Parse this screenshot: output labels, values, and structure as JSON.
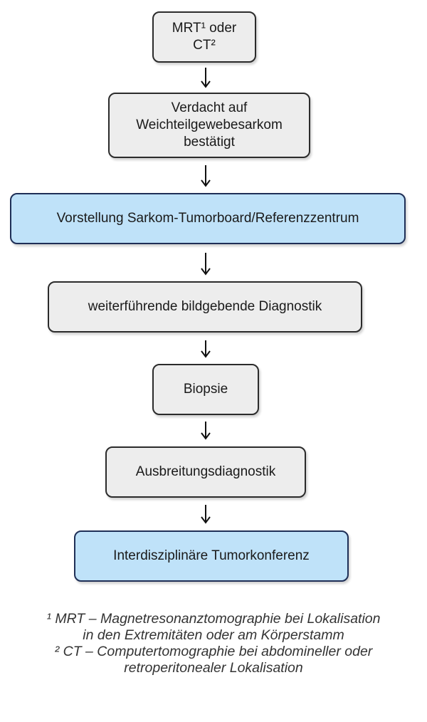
{
  "steps": [
    {
      "label": "MRT¹ oder CT²",
      "highlight": false
    },
    {
      "label": "Verdacht auf\nWeichteilgewebesarkom\nbestätigt",
      "highlight": false
    },
    {
      "label": "Vorstellung Sarkom-Tumorboard/Referenzzentrum",
      "highlight": true
    },
    {
      "label": "weiterführende bildgebende Diagnostik",
      "highlight": false
    },
    {
      "label": "Biopsie",
      "highlight": false
    },
    {
      "label": "Ausbreitungsdiagnostik",
      "highlight": false
    },
    {
      "label": "Interdisziplinäre Tumorkonferenz",
      "highlight": true
    }
  ],
  "footnotes": [
    "¹ MRT – Magnetresonanztomographie bei Lokalisation",
    "in den Extremitäten oder am Körperstamm",
    "² CT – Computertomographie bei abdomineller oder",
    "retroperitonealer Lokalisation"
  ],
  "colors": {
    "box_fill": "#ededed",
    "highlight_fill": "#bfe2f9",
    "highlight_border": "#1f2f57",
    "arrow": "#111111"
  }
}
